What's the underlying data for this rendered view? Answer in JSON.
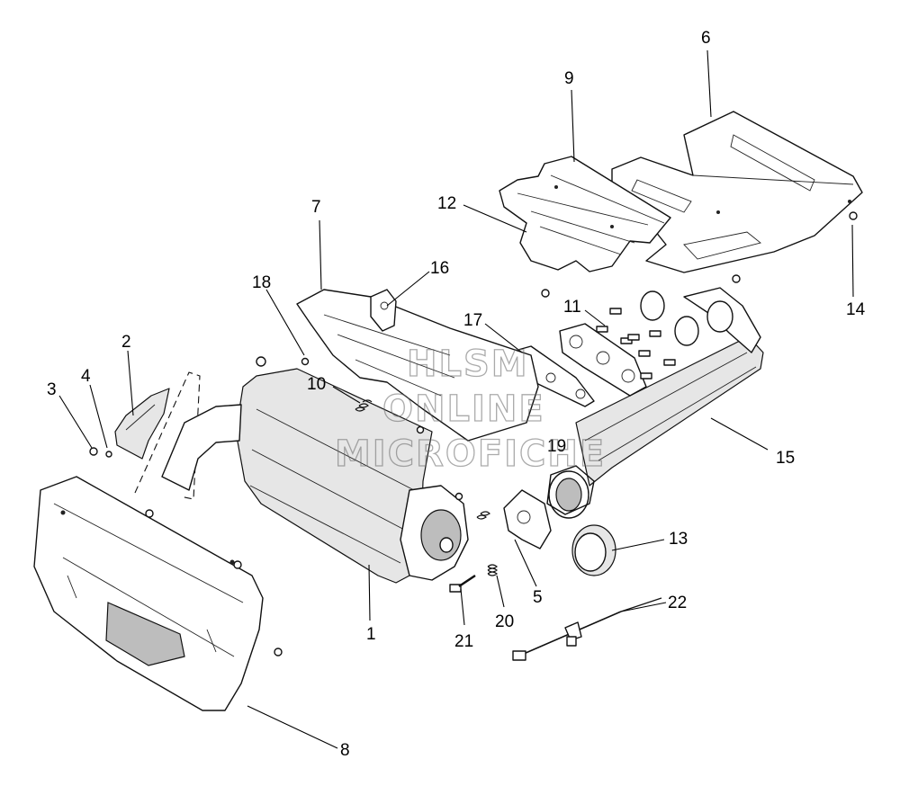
{
  "callouts": [
    {
      "id": "1",
      "label": "1"
    },
    {
      "id": "2",
      "label": "2"
    },
    {
      "id": "3",
      "label": "3"
    },
    {
      "id": "4",
      "label": "4"
    },
    {
      "id": "5",
      "label": "5"
    },
    {
      "id": "6",
      "label": "6"
    },
    {
      "id": "7",
      "label": "7"
    },
    {
      "id": "8",
      "label": "8"
    },
    {
      "id": "9",
      "label": "9"
    },
    {
      "id": "10",
      "label": "10"
    },
    {
      "id": "11",
      "label": "11"
    },
    {
      "id": "12",
      "label": "12"
    },
    {
      "id": "13",
      "label": "13"
    },
    {
      "id": "14",
      "label": "14"
    },
    {
      "id": "15",
      "label": "15"
    },
    {
      "id": "16",
      "label": "16"
    },
    {
      "id": "17",
      "label": "17"
    },
    {
      "id": "18",
      "label": "18"
    },
    {
      "id": "19",
      "label": "19"
    },
    {
      "id": "20",
      "label": "20"
    },
    {
      "id": "21",
      "label": "21"
    },
    {
      "id": "22",
      "label": "22"
    }
  ],
  "watermark": {
    "line1": "HLSM",
    "line2": "ONLINE",
    "line3": "MICROFICHE"
  }
}
